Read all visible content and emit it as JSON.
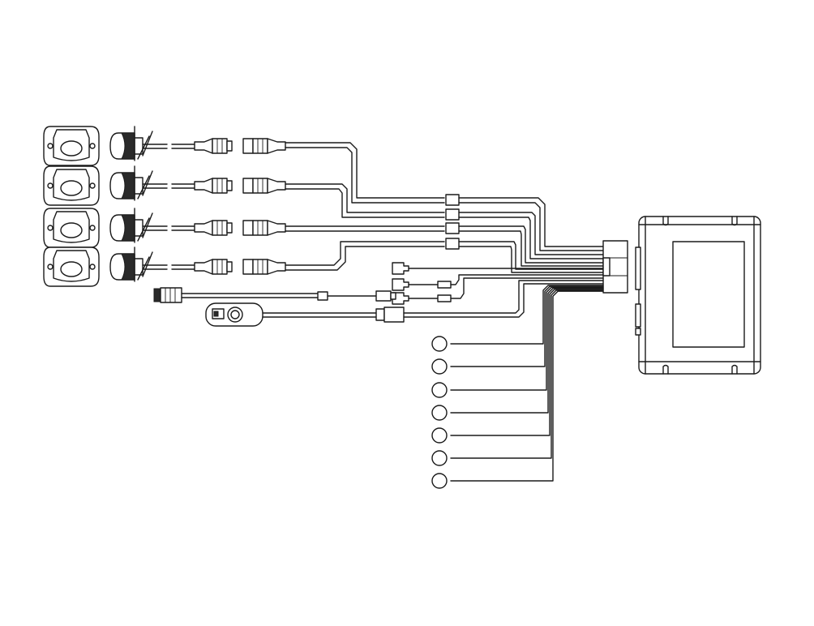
{
  "diagram": {
    "cameras": [
      {
        "id": "camera-1"
      },
      {
        "id": "camera-2"
      },
      {
        "id": "camera-3"
      },
      {
        "id": "camera-4"
      }
    ],
    "numbered_wires": [
      {
        "id": "wire-1"
      },
      {
        "id": "wire-2"
      },
      {
        "id": "wire-3"
      },
      {
        "id": "wire-4"
      },
      {
        "id": "wire-5"
      },
      {
        "id": "wire-6"
      },
      {
        "id": "wire-7"
      }
    ],
    "colors": {
      "stroke": "#1a1a1a",
      "background": "#ffffff",
      "screen_bg": "#ffffff"
    }
  }
}
